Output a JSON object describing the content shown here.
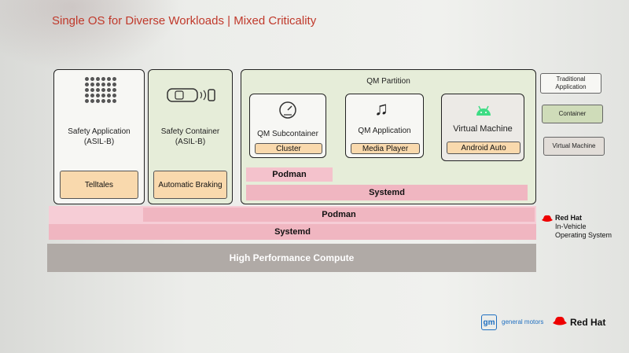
{
  "title": "Single OS for Diverse Workloads | Mixed Criticality",
  "safety_app": {
    "label": "Safety Application",
    "sub": "(ASIL-B)",
    "component": "Telltales"
  },
  "safety_container": {
    "label": "Safety Container",
    "sub": "(ASIL-B)",
    "component": "Automatic Braking"
  },
  "qm_partition": {
    "label": "QM Partition",
    "subcontainer": {
      "label": "QM Subcontainer",
      "component": "Cluster"
    },
    "application": {
      "label": "QM Application",
      "component": "Media Player"
    },
    "vm": {
      "label": "Virtual Machine",
      "component": "Android Auto"
    },
    "podman": "Podman",
    "systemd": "Systemd"
  },
  "podman": "Podman",
  "systemd": "Systemd",
  "hpc": "High Performance Compute",
  "legend": {
    "traditional": "Traditional Application",
    "container": "Container",
    "vm": "Virtual Machine"
  },
  "redhat_os": {
    "brand": "Red Hat",
    "line1": "In-Vehicle",
    "line2": "Operating System"
  },
  "footer": {
    "gm_logo": "gm",
    "gm_text": "general motors",
    "redhat": "Red Hat"
  },
  "colors": {
    "title": "#c0392b",
    "container_green": "#e6edd9",
    "component_peach": "#f9d9ad",
    "layer_pink": "#f0b6c1",
    "hpc_gray": "#b0aaa6",
    "redhat_red": "#ee0000",
    "gm_blue": "#1f6fc1"
  }
}
